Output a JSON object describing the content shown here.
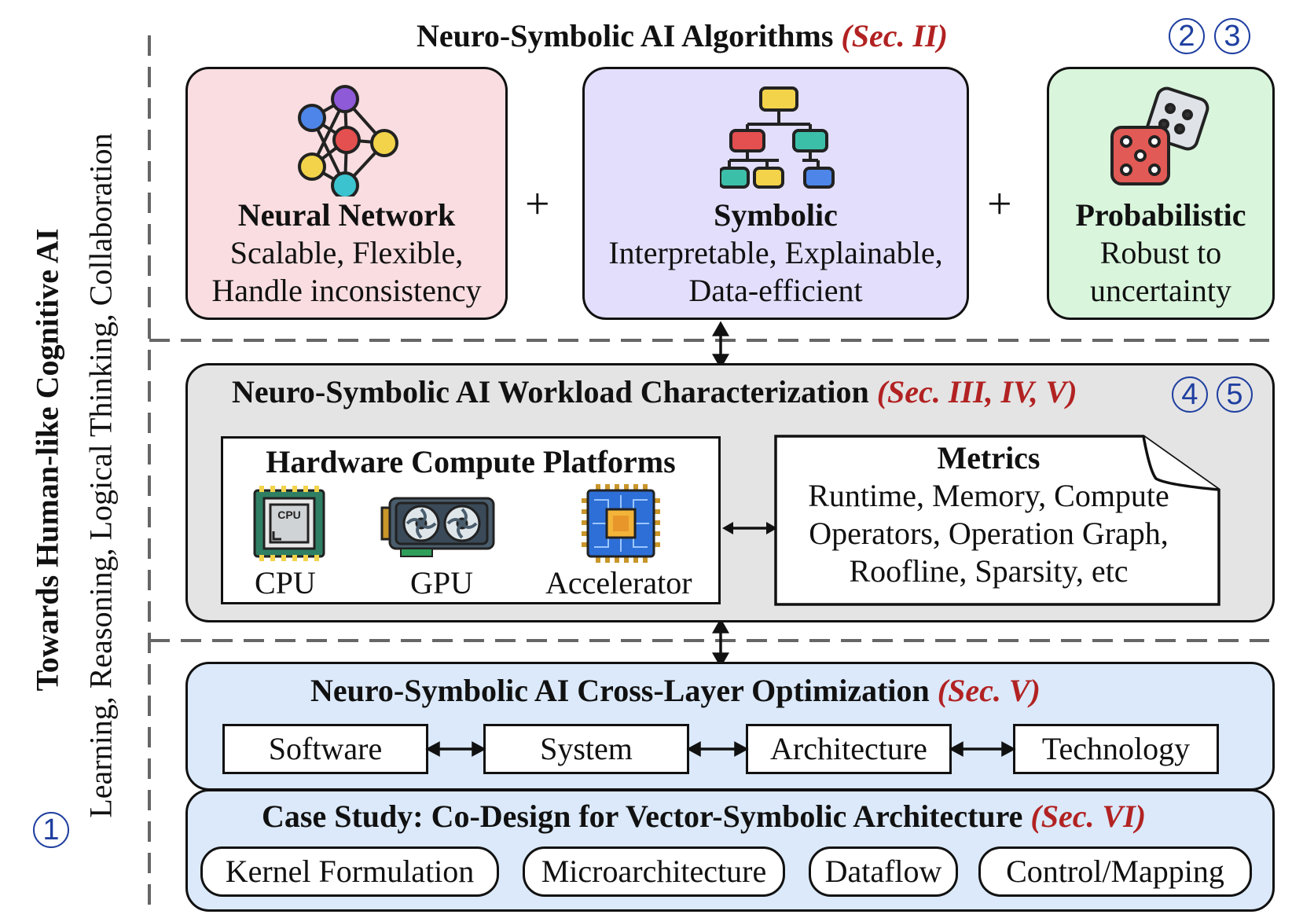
{
  "side": {
    "title": "Towards Human-like Cognitive AI",
    "subtitle": "Learning, Reasoning, Logical Thinking, Collaboration",
    "badge": "1"
  },
  "algorithms": {
    "title": "Neuro-Symbolic AI Algorithms",
    "sec": "(Sec. II)",
    "badges": [
      "2",
      "3"
    ],
    "plus": "+",
    "neural": {
      "name": "Neural Network",
      "line1": "Scalable, Flexible,",
      "line2": "Handle inconsistency",
      "color": "#f9dde0"
    },
    "symbolic": {
      "name": "Symbolic",
      "line1": "Interpretable, Explainable,",
      "line2": "Data-efficient",
      "color": "#e2defb"
    },
    "probabilistic": {
      "name": "Probabilistic",
      "line1": "Robust to",
      "line2": "uncertainty",
      "color": "#d9f5dc"
    }
  },
  "workload": {
    "title": "Neuro-Symbolic AI Workload Characterization",
    "sec": "(Sec. III, IV, V)",
    "badges": [
      "4",
      "5"
    ],
    "hardware": {
      "title": "Hardware Compute Platforms",
      "cpu": "CPU",
      "cpu_chip_text": "CPU",
      "gpu": "GPU",
      "accelerator": "Accelerator"
    },
    "metrics": {
      "title": "Metrics",
      "line1": "Runtime, Memory, Compute",
      "line2": "Operators, Operation Graph,",
      "line3": "Roofline, Sparsity, etc"
    },
    "color": "#e4e4e4"
  },
  "optimization": {
    "title": "Neuro-Symbolic AI Cross-Layer Optimization",
    "sec": "(Sec. V)",
    "layers": [
      "Software",
      "System",
      "Architecture",
      "Technology"
    ],
    "color": "#dbe9fa"
  },
  "case_study": {
    "title": "Case Study: Co-Design for Vector-Symbolic Architecture",
    "sec": "(Sec. VI)",
    "items": [
      "Kernel Formulation",
      "Microarchitecture",
      "Dataflow",
      "Control/Mapping"
    ]
  }
}
